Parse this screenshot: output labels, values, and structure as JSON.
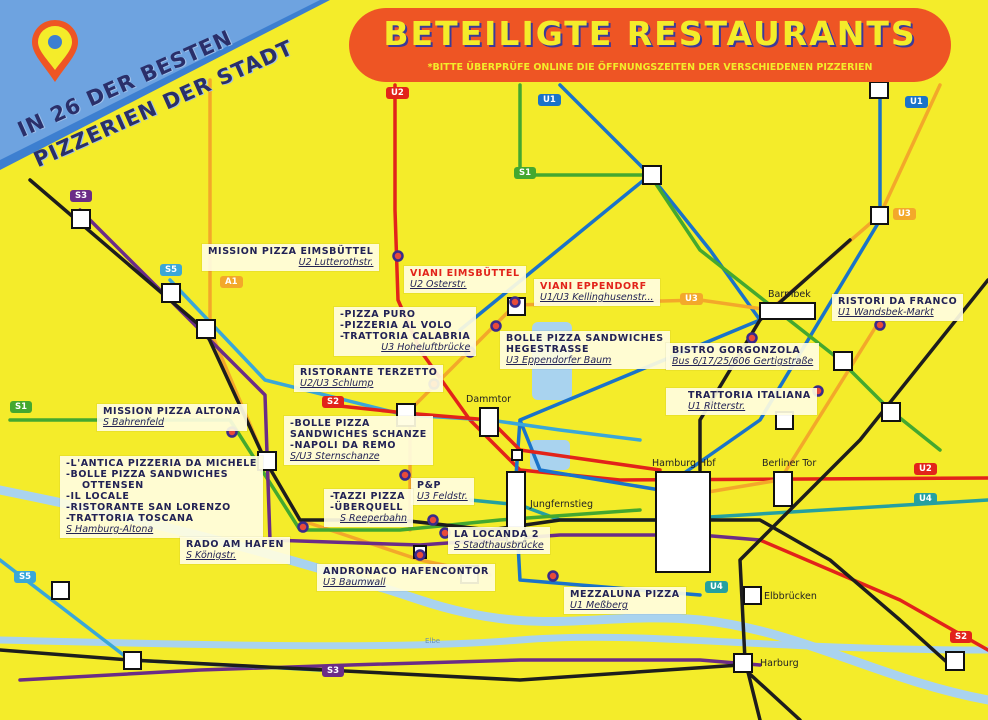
{
  "title": "BETEILIGTE RESTAURANTS",
  "note": "*BITTE ÜBERPRÜFE ONLINE DIE ÖFFNUNGSZEITEN DER VERSCHIEDENEN PIZZERIEN",
  "ribbon": {
    "line1": "IN 26 DER BESTEN",
    "line2": "PIZZERIEN DER STADT",
    "icon": "map-pin-icon"
  },
  "colors": {
    "background": "#f4ec2a",
    "title": "#ee5524",
    "u1": "#1a73c9",
    "u2": "#e2231a",
    "u3": "#f3a82a",
    "u4": "#25a0a0",
    "s1": "#44a82f",
    "s3": "#6b2c87",
    "s5": "#3aa7d8",
    "a1": "#f3a82a"
  },
  "line_badges": [
    {
      "label": "U2",
      "color": "#e2231a"
    },
    {
      "label": "U1",
      "color": "#1a73c9"
    },
    {
      "label": "U1",
      "color": "#1a73c9"
    },
    {
      "label": "S1",
      "color": "#44a82f"
    },
    {
      "label": "S3",
      "color": "#6b2c87"
    },
    {
      "label": "S5",
      "color": "#3aa7d8"
    },
    {
      "label": "A1",
      "color": "#f3a82a"
    },
    {
      "label": "U3",
      "color": "#f3a82a"
    },
    {
      "label": "U3",
      "color": "#f3a82a"
    },
    {
      "label": "S1",
      "color": "#44a82f"
    },
    {
      "label": "S2",
      "color": "#e2231a"
    },
    {
      "label": "U2",
      "color": "#e2231a"
    },
    {
      "label": "U4",
      "color": "#25a0a0"
    },
    {
      "label": "U4",
      "color": "#25a0a0"
    },
    {
      "label": "S5",
      "color": "#3aa7d8"
    },
    {
      "label": "S3",
      "color": "#6b2c87"
    },
    {
      "label": "S2",
      "color": "#e2231a"
    }
  ],
  "stations": [
    "Barmbek",
    "Dammtor",
    "Hamburg Hbf",
    "Berliner Tor",
    "Jungfernstieg",
    "Elbbrücken",
    "Harburg",
    "Elbe"
  ],
  "restaurants": [
    {
      "names": [
        "MISSION PIZZA EIMSBÜTTEL"
      ],
      "stop": "U2 Lutterothstr."
    },
    {
      "names": [
        "VIANI EIMSBÜTTEL"
      ],
      "stop": "U2 Osterstr.",
      "red": true
    },
    {
      "names": [
        "VIANI EPPENDORF"
      ],
      "stop": "U1/U3 Kellinghusenstr...",
      "red": true
    },
    {
      "names": [
        "-PIZZA PURO",
        "-PIZZERIA AL VOLO",
        "-TRATTORIA CALABRIA"
      ],
      "stop": "U3 Hoheluftbrücke"
    },
    {
      "names": [
        "BOLLE PIZZA SANDWICHES",
        "HEGESTRASSE"
      ],
      "stop": "U3 Eppendorfer Baum"
    },
    {
      "names": [
        "RISTORI DA FRANCO"
      ],
      "stop": "U1 Wandsbek-Markt"
    },
    {
      "names": [
        "BISTRO GORGONZOLA"
      ],
      "stop": "Bus 6/17/25/606 Gertigstraße"
    },
    {
      "names": [
        "RISTORANTE TERZETTO"
      ],
      "stop": "U2/U3 Schlump"
    },
    {
      "names": [
        "TRATTORIA ITALIANA"
      ],
      "stop": "U1 Ritterstr."
    },
    {
      "names": [
        "MISSION PIZZA ALTONA"
      ],
      "stop": "S Bahrenfeld"
    },
    {
      "names": [
        "-BOLLE PIZZA",
        "SANDWICHES SCHANZE",
        "-NAPOLI DA REMO"
      ],
      "stop": "S/U3 Sternschanze"
    },
    {
      "names": [
        "-L'ANTICA PIZZERIA DA MICHELE",
        "-BOLLE PIZZA SANDWICHES",
        "OTTENSEN",
        "-IL LOCALE",
        "-RISTORANTE SAN LORENZO",
        "-TRATTORIA TOSCANA"
      ],
      "stop": "S Hamburg-Altona"
    },
    {
      "names": [
        "P&P"
      ],
      "stop": "U3 Feldstr."
    },
    {
      "names": [
        "-TAZZI PIZZA",
        "-ÜBERQUELL"
      ],
      "stop": "S Reeperbahn"
    },
    {
      "names": [
        "LA LOCANDA 2"
      ],
      "stop": "S Stadthausbrücke"
    },
    {
      "names": [
        "RADO AM HAFEN"
      ],
      "stop": "S Königstr."
    },
    {
      "names": [
        "ANDRONACO HAFENCONTOR"
      ],
      "stop": "U3 Baumwall"
    },
    {
      "names": [
        "MEZZALUNA PIZZA"
      ],
      "stop": "U1 Meßberg"
    }
  ]
}
